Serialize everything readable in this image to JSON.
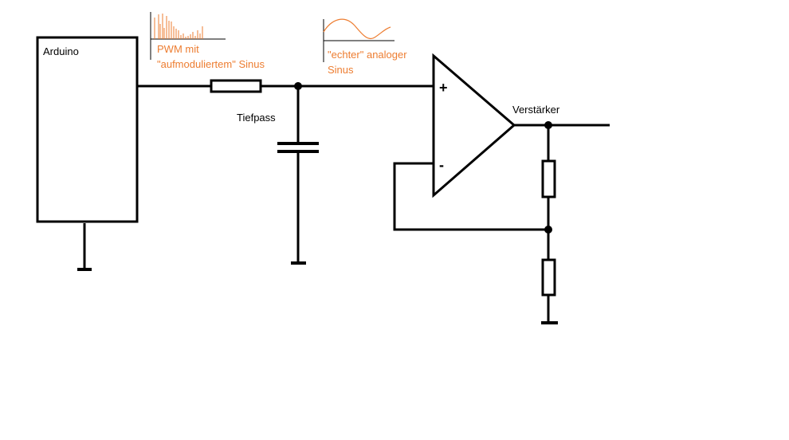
{
  "labels": {
    "arduino": "Arduino",
    "pwm_line1": "PWM mit",
    "pwm_line2": "\"aufmoduliertem\" Sinus",
    "analog_line1": "\"echter\" analoger",
    "analog_line2": "Sinus",
    "tiefpass": "Tiefpass",
    "verstaerker": "Verstärker",
    "plus": "+",
    "minus": "-"
  },
  "colors": {
    "wire": "#000000",
    "annotation": "#ed7d31",
    "axis": "#000000"
  }
}
